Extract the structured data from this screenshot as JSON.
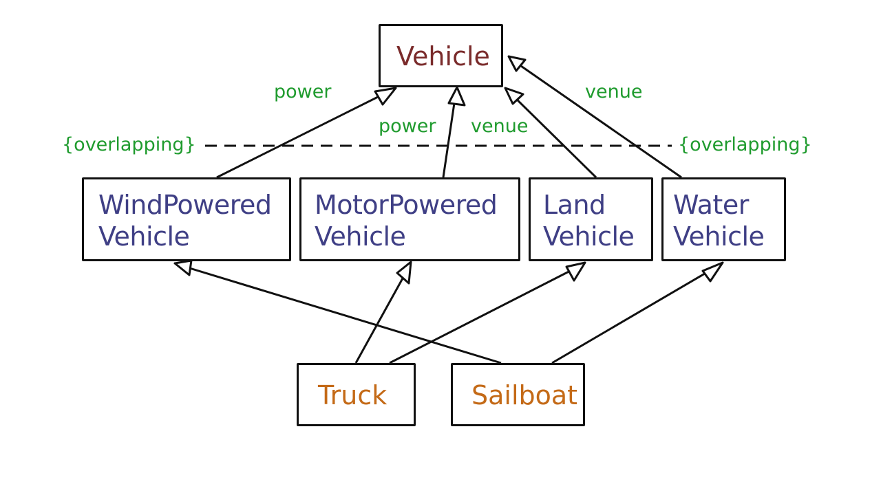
{
  "diagram": {
    "root": {
      "name": "Vehicle"
    },
    "classes": {
      "wind": [
        "WindPowered",
        "Vehicle"
      ],
      "motor": [
        "MotorPowered",
        "Vehicle"
      ],
      "land": [
        "Land",
        "Vehicle"
      ],
      "water": [
        "Water",
        "Vehicle"
      ]
    },
    "leaves": {
      "truck": "Truck",
      "sailboat": "Sailboat"
    },
    "labels": {
      "power_left": "power",
      "power_mid": "power",
      "venue_mid": "venue",
      "venue_right": "venue",
      "overlap_left": "{overlapping}",
      "overlap_right": "{overlapping}"
    },
    "edges": [
      {
        "from": "WindPoweredVehicle",
        "to": "Vehicle",
        "kind": "generalization"
      },
      {
        "from": "MotorPoweredVehicle",
        "to": "Vehicle",
        "kind": "generalization"
      },
      {
        "from": "LandVehicle",
        "to": "Vehicle",
        "kind": "generalization"
      },
      {
        "from": "WaterVehicle",
        "to": "Vehicle",
        "kind": "generalization"
      },
      {
        "from": "Truck",
        "to": "MotorPoweredVehicle",
        "kind": "generalization"
      },
      {
        "from": "Truck",
        "to": "LandVehicle",
        "kind": "generalization"
      },
      {
        "from": "Sailboat",
        "to": "WindPoweredVehicle",
        "kind": "generalization"
      },
      {
        "from": "Sailboat",
        "to": "WaterVehicle",
        "kind": "generalization"
      }
    ],
    "colors": {
      "root_text": "#7a2b2b",
      "class_text": "#3f3f85",
      "leaf_text": "#c46a17",
      "label_text": "#1f9b2e",
      "line": "#111111"
    }
  }
}
